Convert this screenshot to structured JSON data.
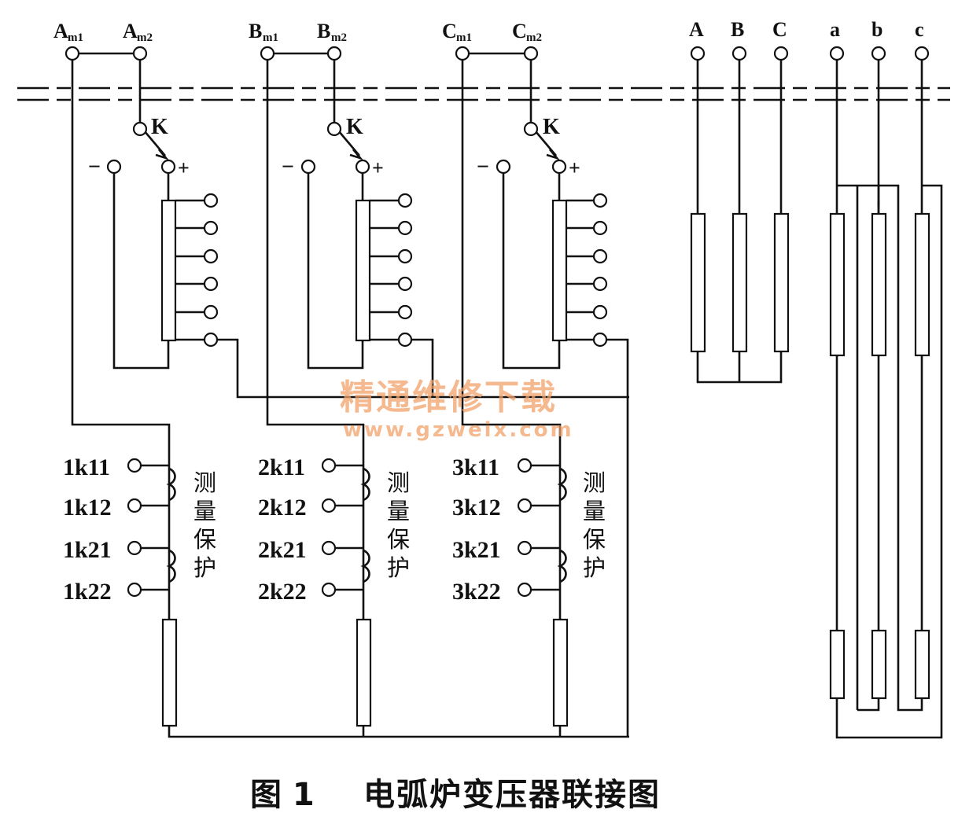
{
  "terminals_top": {
    "A": "A",
    "m1": "m1",
    "m2": "m2",
    "B": "B",
    "C": "C"
  },
  "switch_label": "K",
  "minus": "−",
  "plus": "+",
  "outputs_upper": [
    "A",
    "B",
    "C"
  ],
  "outputs_lower": [
    "a",
    "b",
    "c"
  ],
  "ct_terminals": [
    [
      "1k11",
      "1k12",
      "1k21",
      "1k22"
    ],
    [
      "2k11",
      "2k12",
      "2k21",
      "2k22"
    ],
    [
      "3k11",
      "3k12",
      "3k21",
      "3k22"
    ]
  ],
  "ct_label_chars": [
    "测",
    "量",
    "保",
    "护"
  ],
  "watermark": {
    "line1": "精通维修下载",
    "line2": "www.gzweix.com"
  },
  "caption": {
    "number": "图 1",
    "title": "电弧炉变压器联接图"
  }
}
